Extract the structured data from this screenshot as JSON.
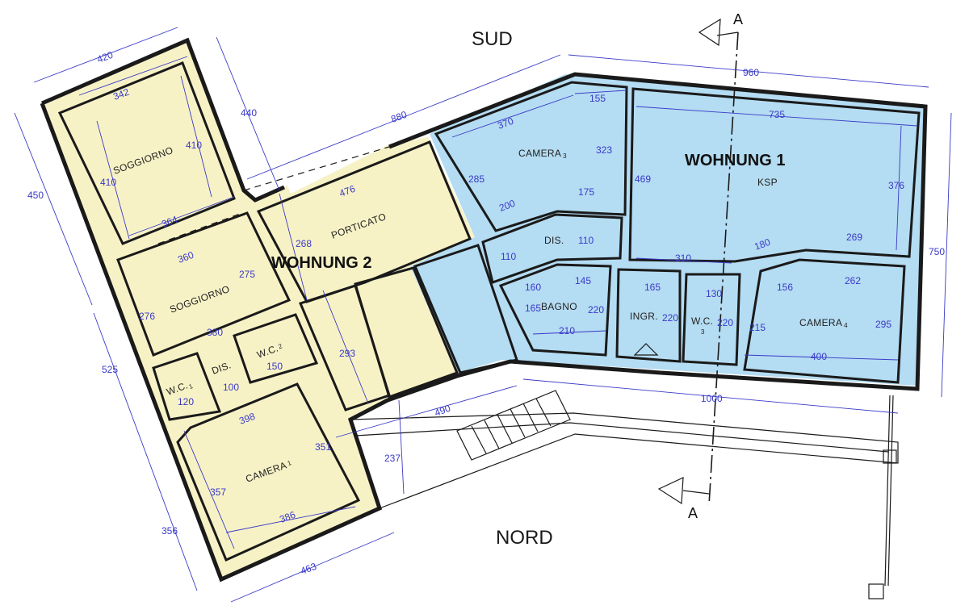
{
  "compass": {
    "south": "SUD",
    "north": "NORD"
  },
  "section_marker": "A",
  "apartments": {
    "unit_1": {
      "label": "WOHNUNG 1",
      "fill": "#b4dcf2"
    },
    "unit_2": {
      "label": "WOHNUNG 2",
      "fill": "#f7f2c6"
    }
  },
  "rooms": {
    "soggiorno_top": "SOGGIORNO",
    "soggiorno_mid": "SOGGIORNO",
    "porticato": "PORTICATO",
    "wc_1": "W.C.",
    "wc_1_sub": "1",
    "dis_2": "DIS.",
    "wc_2": "W.C.",
    "wc_2_sub": "2",
    "camera_1": "CAMERA",
    "camera_1_sub": "1",
    "camera_3": "CAMERA",
    "camera_3_sub": "3",
    "ksp": "KSP",
    "dis_1": "DIS.",
    "bagno": "BAGNO",
    "ingr": "INGR.",
    "wc_3": "W.C.",
    "wc_3_sub": "3",
    "camera_4": "CAMERA",
    "camera_4_sub": "4"
  },
  "dimensions": {
    "d420": "420",
    "d342": "342",
    "d410a": "410",
    "d410b": "410",
    "d364": "364",
    "d440": "440",
    "d450": "450",
    "d880": "880",
    "d960": "960",
    "d750": "750",
    "d525": "525",
    "d356": "356",
    "d463": "463",
    "d370": "370",
    "d155": "155",
    "d323": "323",
    "d285": "285",
    "d200": "200",
    "d175": "175",
    "d735": "735",
    "d469": "469",
    "d376": "376",
    "d269": "269",
    "d180": "180",
    "d310": "310",
    "d476": "476",
    "d268": "268",
    "d360": "360",
    "d275": "275",
    "d276": "276",
    "d380": "380",
    "d150": "150",
    "d100": "100",
    "d120": "120",
    "d293": "293",
    "d110a": "110",
    "d110b": "110",
    "d160": "160",
    "d145": "145",
    "d165a": "165",
    "d220a": "220",
    "d210": "210",
    "d165b": "165",
    "d220b": "220",
    "d130": "130",
    "d220c": "220",
    "d215": "215",
    "d156": "156",
    "d262": "262",
    "d295": "295",
    "d400": "400",
    "d398": "398",
    "d351": "351",
    "d357": "357",
    "d386": "386",
    "d1000": "1000",
    "d490": "490",
    "d237": "237"
  }
}
